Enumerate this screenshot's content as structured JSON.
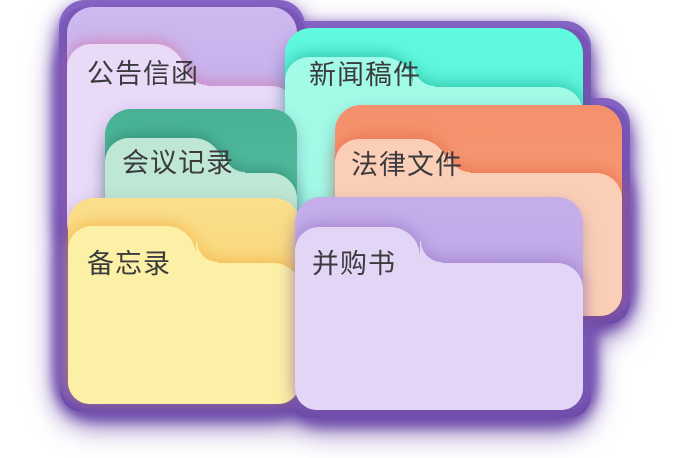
{
  "folders": [
    {
      "id": "announcements",
      "label": "公告信函",
      "colors": {
        "back_top": "#CEB9F0",
        "back_bottom": "#B9A0E2",
        "front": "#E9DAF8",
        "slot_shadow": "rgba(211,105,158,0.50)"
      }
    },
    {
      "id": "news-drafts",
      "label": "新闻稿件",
      "colors": {
        "back_top": "#60FADF",
        "back_bottom": "#4FEAD0",
        "front": "#A2FBE7",
        "slot_shadow": "rgba(17,160,138,0.50)"
      }
    },
    {
      "id": "meeting-minutes",
      "label": "会议记录",
      "colors": {
        "back_top": "#49B296",
        "back_bottom": "#58C2A6",
        "front": "#BFE7D5",
        "slot_shadow": "rgba(28,112,92,0.45)"
      }
    },
    {
      "id": "legal-documents",
      "label": "法律文件",
      "colors": {
        "back_top": "#F5906C",
        "back_bottom": "#F9A77F",
        "front": "#FBCFB7",
        "slot_shadow": "rgba(226,92,58,0.50)"
      }
    },
    {
      "id": "memos",
      "label": "备忘录",
      "colors": {
        "back_top": "#FBDF8D",
        "back_bottom": "#F8CC5F",
        "front": "#FCF0A6",
        "slot_shadow": "rgba(240,173,64,0.60)"
      }
    },
    {
      "id": "ma-book",
      "label": "并购书",
      "colors": {
        "back_top": "#C5AFEA",
        "back_bottom": "#B79DE3",
        "front": "#E3D5F6",
        "slot_shadow": "rgba(141,104,186,0.50)"
      }
    }
  ],
  "outline": {
    "stroke_right": "#7A58BA",
    "stroke_left": "#7D5CBE",
    "stroke_top": "#8766C6",
    "stroke_bottom": "#6C4CAC",
    "glow": "rgba(104,66,164,0.60)"
  },
  "text_color": "#3B3B3D",
  "background_color": "#FFFFFF"
}
